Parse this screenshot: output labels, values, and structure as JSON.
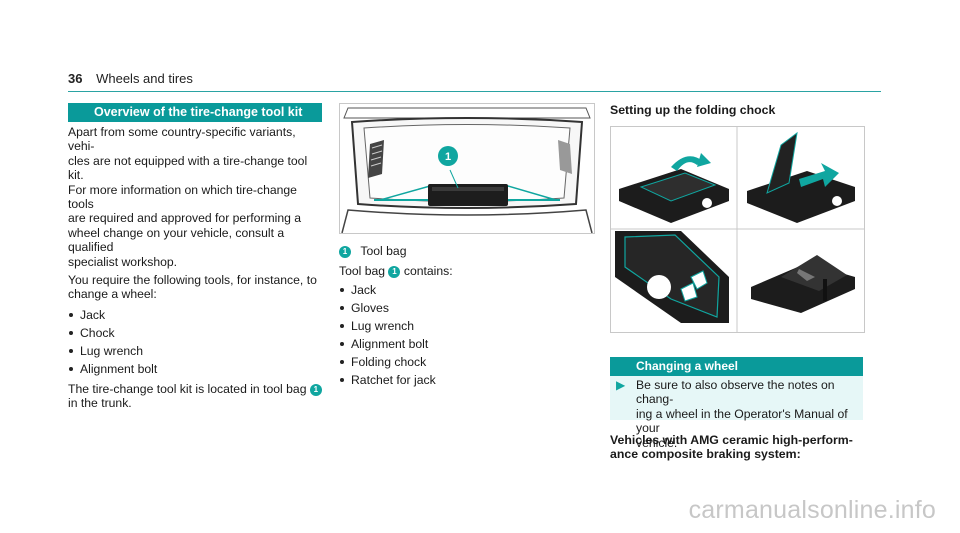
{
  "page": {
    "number": "36",
    "section": "Wheels and tires"
  },
  "left": {
    "heading": "Overview of the tire-change tool kit",
    "para1": "Apart from some country-specific variants, vehi-cles are not equipped with a tire-change tool kit. For more information on which tire-change tools are required and approved for performing a wheel change on your vehicle, consult a qualified specialist workshop.",
    "para1_lines": [
      "Apart from some country-specific variants, vehi-",
      "cles are not equipped with a tire-change tool kit.",
      "For more information on which tire-change tools",
      "are required and approved for performing a",
      "wheel change on your vehicle, consult a qualified",
      "specialist workshop."
    ],
    "para2_lines": [
      "You require the following tools, for instance, to",
      "change a wheel:"
    ],
    "items": [
      "Jack",
      "Chock",
      "Lug wrench",
      "Alignment bolt"
    ],
    "para3_before": "The tire-change tool kit is located in tool bag",
    "para3_badge": "1",
    "para3_after": "in the trunk."
  },
  "middle": {
    "figure_callout": "1",
    "caption_badge": "1",
    "caption_text": "Tool bag",
    "contains_before": "Tool bag",
    "contains_badge": "1",
    "contains_after": "contains:",
    "items": [
      "Jack",
      "Gloves",
      "Lug wrench",
      "Alignment bolt",
      "Folding chock",
      "Ratchet for jack"
    ]
  },
  "right": {
    "heading": "Setting up the folding chock",
    "banner": "Changing a wheel",
    "tip_lines": [
      "Be sure to also observe the notes on chang-",
      "ing a wheel in the Operator's Manual of your",
      "vehicle."
    ],
    "subheading_lines": [
      "Vehicles with AMG ceramic high-perform-",
      "ance composite braking system:"
    ]
  },
  "watermark": "carmanualsonline.info",
  "colors": {
    "accent": "#0a9a9a",
    "tip_bg": "#e6f7f7",
    "text": "#1a1a1a"
  }
}
